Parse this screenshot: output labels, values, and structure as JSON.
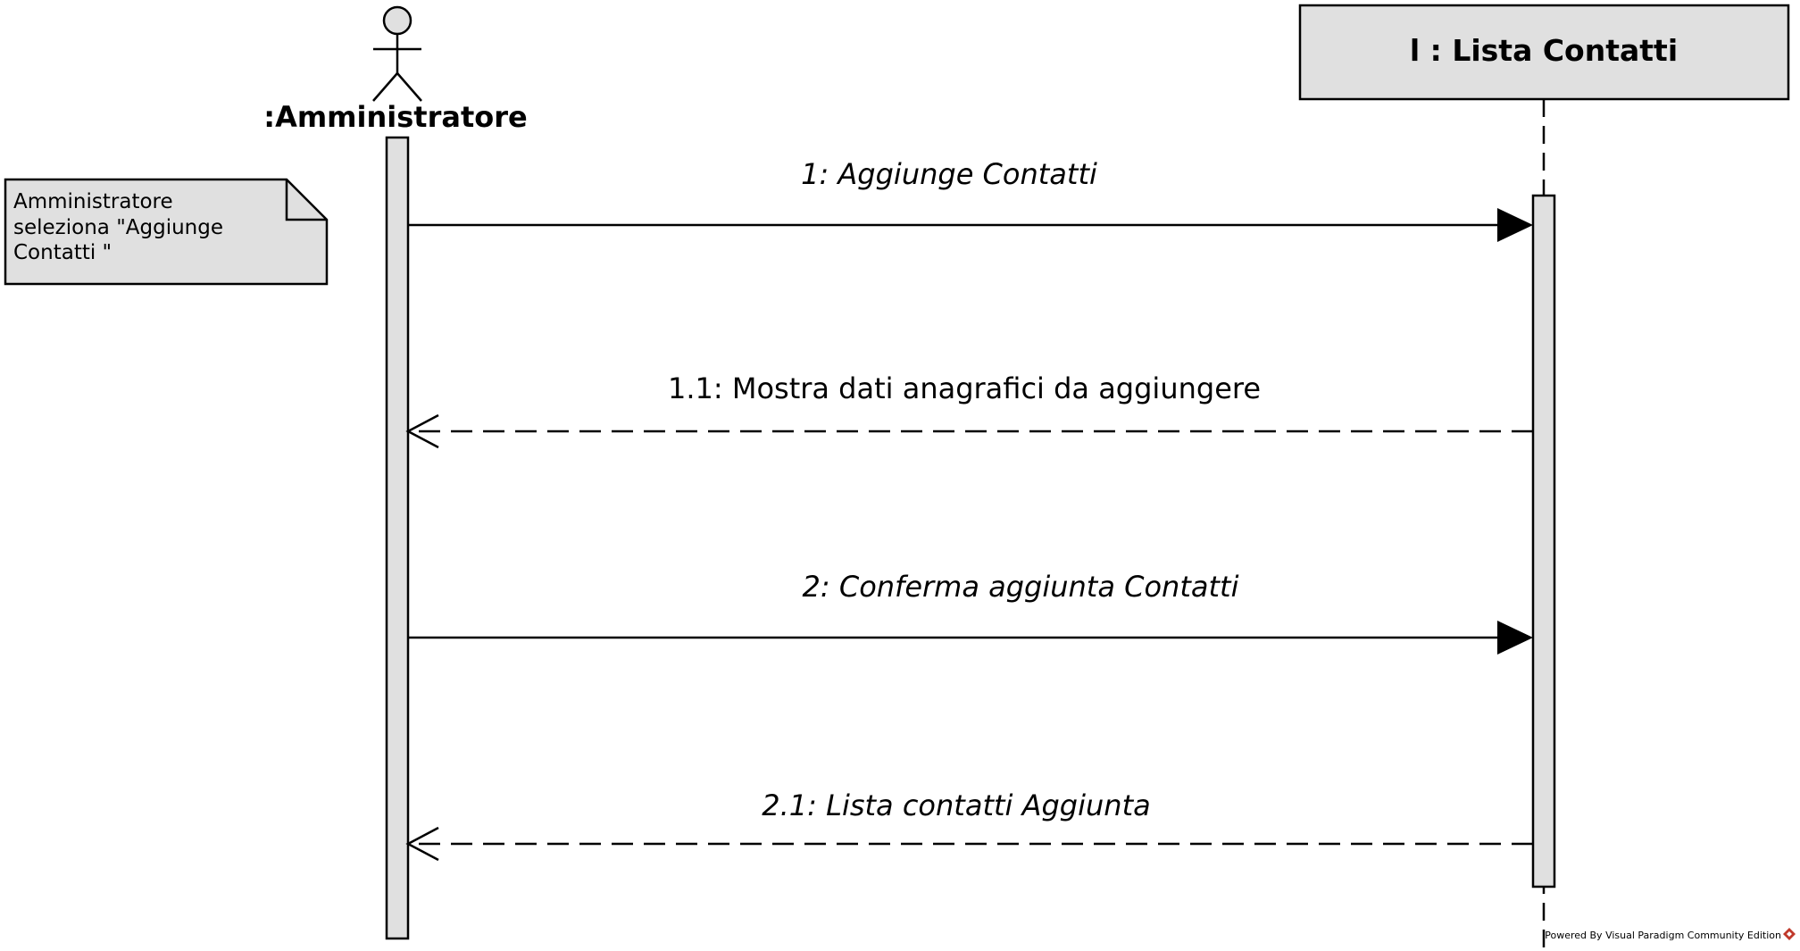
{
  "actor": {
    "label": ":Amministratore"
  },
  "lifeline": {
    "label": "l : Lista Contatti"
  },
  "note": {
    "lines": [
      "Amministratore",
      "seleziona \"Aggiunge",
      "Contatti \""
    ]
  },
  "messages": [
    {
      "label": "1: Aggiunge Contatti",
      "kind": "sync"
    },
    {
      "label": "1.1: Mostra dati anagrafici da aggiungere",
      "kind": "return"
    },
    {
      "label": "2: Conferma aggiunta Contatti",
      "kind": "sync"
    },
    {
      "label": "2.1: Lista contatti Aggiunta",
      "kind": "return"
    }
  ],
  "footer": {
    "text": "Powered By Visual Paradigm Community Edition"
  },
  "colors": {
    "fill": "#e0e0e0",
    "stroke": "#000000",
    "brand": "#c0392b"
  }
}
